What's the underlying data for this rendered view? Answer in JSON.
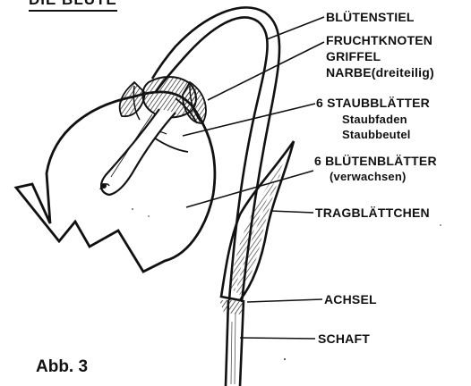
{
  "title": "DIE BLÜTE",
  "figure_label": "Abb. 3",
  "labels": {
    "bluetenstiel": "BLÜTENSTIEL",
    "fruchtknoten": "FRUCHTKNOTEN",
    "griffel": "GRIFFEL",
    "narbe": "NARBE(dreiteilig)",
    "staubblaetter": "6 STAUBBLÄTTER",
    "staubfaden": "Staubfaden",
    "staubbeutel": "Staubbeutel",
    "bluetenblaetter": "6 BLÜTENBLÄTTER",
    "verwachsen": "(verwachsen)",
    "tragblaettchen": "TRAGBLÄTTCHEN",
    "achsel": "ACHSEL",
    "schaft": "SCHAFT"
  },
  "colors": {
    "ink": "#111111",
    "paper": "#ffffff"
  }
}
